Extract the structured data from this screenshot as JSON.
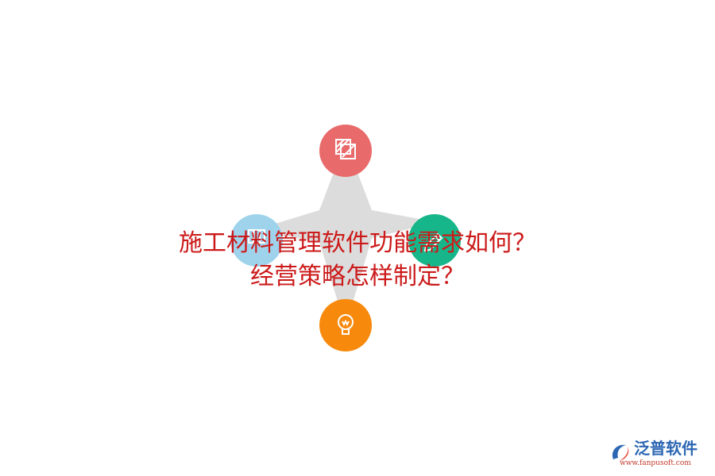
{
  "headline": {
    "line1": "施工材料管理软件功能需求如何？",
    "line2": "经营策略怎样制定？",
    "color": "#cc1a1a"
  },
  "diagram": {
    "star_color": "#dcdcdc",
    "nodes": [
      {
        "id": "top",
        "color": "#e96a6a",
        "icon": "layers-icon"
      },
      {
        "id": "left",
        "color": "#9fd3ec",
        "icon": "building-icon"
      },
      {
        "id": "right",
        "color": "#17b68a",
        "icon": "pencil-icon"
      },
      {
        "id": "bottom",
        "color": "#f7890c",
        "icon": "lightbulb-icon"
      }
    ]
  },
  "logo": {
    "name": "泛普软件",
    "url": "www.fanpusoft.com",
    "name_color": "#2d67b3",
    "url_color": "#c0392b",
    "mark_color": "#2d67b3",
    "mark_accent": "#e74c3c"
  }
}
